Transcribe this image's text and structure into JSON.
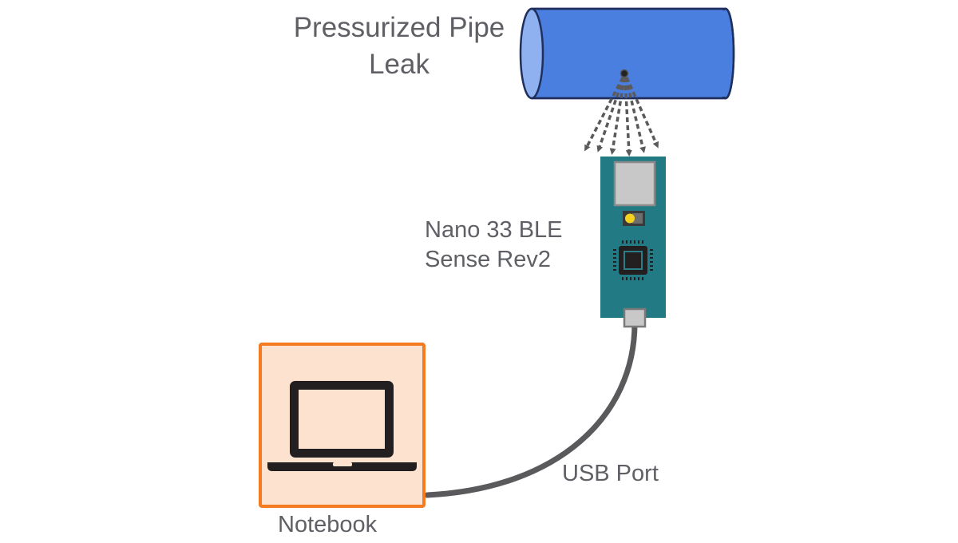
{
  "diagram": {
    "title": "Pressurized Pipe Leak Detection Setup",
    "nodes": {
      "pipe": {
        "label_line1": "Pressurized Pipe",
        "label_line2": "Leak",
        "icon": "pipe-cylinder-icon",
        "body_color": "#4a7fe0",
        "end_color": "#8fb1ef",
        "outline_color": "#1f2f5e"
      },
      "board": {
        "label_line1": "Nano 33 BLE",
        "label_line2": "Sense Rev2",
        "icon": "microcontroller-board-icon",
        "board_color": "#227a85",
        "module_color": "#c8c8c8",
        "led_color": "#f5d21f",
        "chip_color": "#231f20"
      },
      "notebook": {
        "label": "Notebook",
        "icon": "laptop-icon",
        "box_fill": "#fde3cf",
        "box_border": "#f47b20"
      }
    },
    "edges": {
      "leak_flow": {
        "description": "sound/pressure waves from leak to sensor",
        "count": 6,
        "style": "dashed-arrows",
        "color": "#5a5a5d"
      },
      "usb_cable": {
        "label": "USB Port",
        "color": "#5a5a5d"
      }
    }
  }
}
